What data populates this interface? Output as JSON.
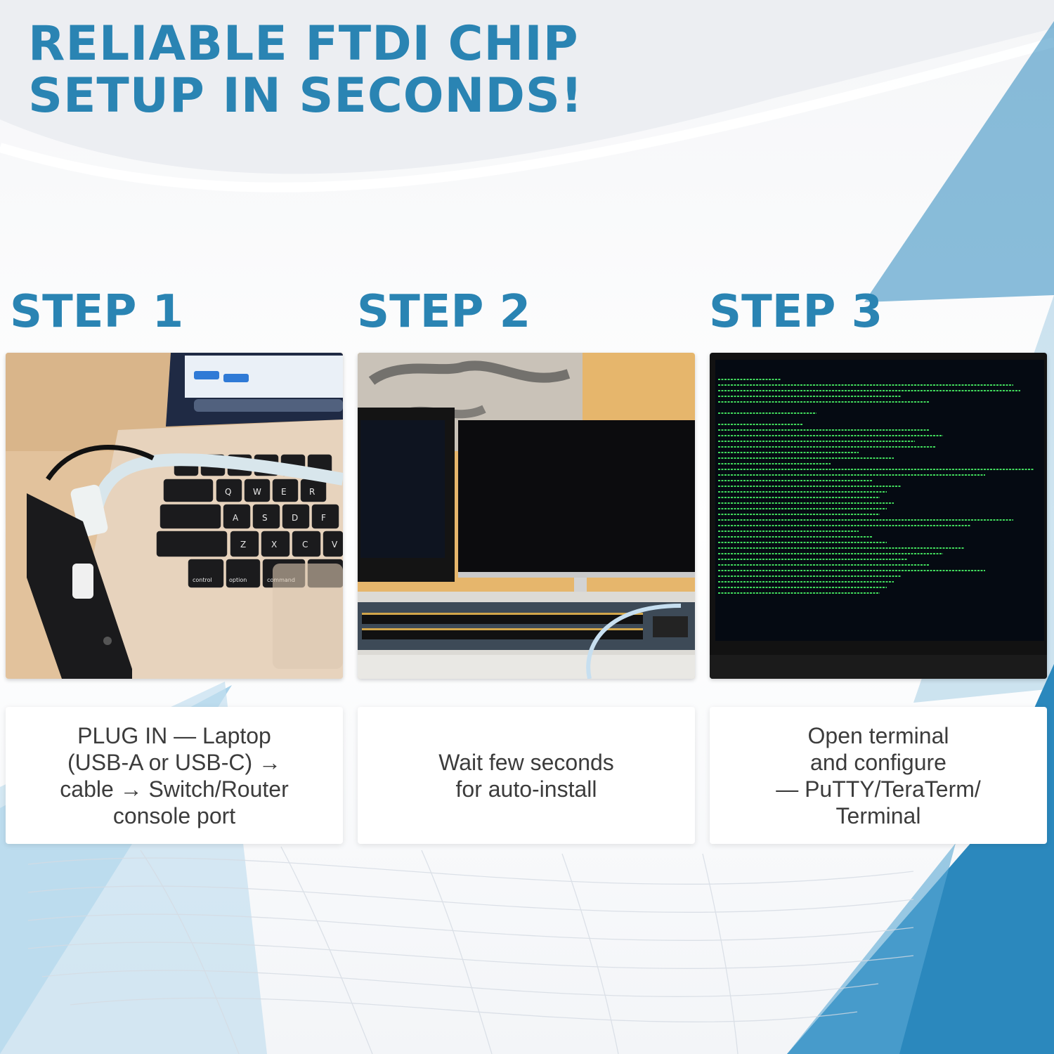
{
  "headline": {
    "line1": "RELIABLE FTDI CHIP",
    "line2": "SETUP IN SECONDS!"
  },
  "steps": [
    {
      "title": "STEP 1",
      "caption": "PLUG IN — Laptop\n(USB-A or USB-C) →\ncable → Switch/Router\nconsole port",
      "keyboard_keys": [
        "Q",
        "W",
        "E",
        "R",
        "A",
        "S",
        "D",
        "F",
        "Z",
        "X",
        "C",
        "V",
        "control",
        "option",
        "command"
      ]
    },
    {
      "title": "STEP 2",
      "caption": "Wait few seconds\nfor auto-install"
    },
    {
      "title": "STEP 3",
      "caption": "Open terminal\nand configure\n— PuTTY/TeraTerm/\nTerminal"
    }
  ],
  "colors": {
    "heading_blue": "#2a84b3",
    "terminal_green": "#4cff6a",
    "background": "#f2f4f7",
    "accent_blue": "#2b88bd"
  }
}
